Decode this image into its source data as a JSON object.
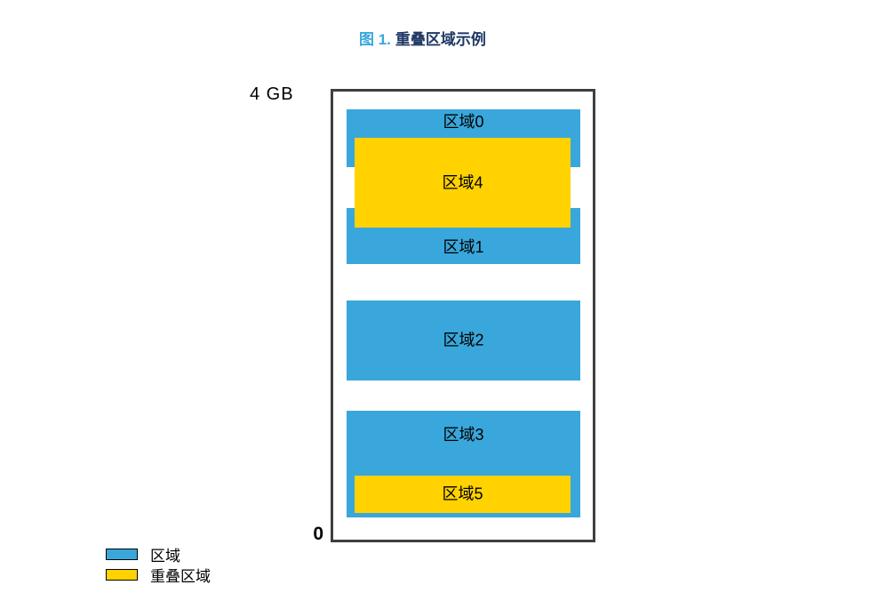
{
  "figure": {
    "title_prefix": "图 1.",
    "title_rest": "重叠区域示例",
    "axis_top_label": "4 GB",
    "axis_bottom_label": "0"
  },
  "regions": [
    {
      "label": "区域0",
      "type": "region"
    },
    {
      "label": "区域1",
      "type": "region"
    },
    {
      "label": "区域2",
      "type": "region"
    },
    {
      "label": "区域3",
      "type": "region"
    },
    {
      "label": "区域4",
      "type": "overlap"
    },
    {
      "label": "区域5",
      "type": "overlap"
    }
  ],
  "legend": {
    "items": [
      {
        "label": "区域",
        "type": "region"
      },
      {
        "label": "重叠区域",
        "type": "overlap"
      }
    ]
  },
  "colors": {
    "region_blue": "#39A7DB",
    "overlap_yellow": "#FFD200",
    "box_border": "#3F3F3F",
    "title_prefix_blue": "#3AA7DB",
    "title_text_navy": "#1F3864",
    "text_black": "#000000",
    "background": "#FFFFFF"
  }
}
